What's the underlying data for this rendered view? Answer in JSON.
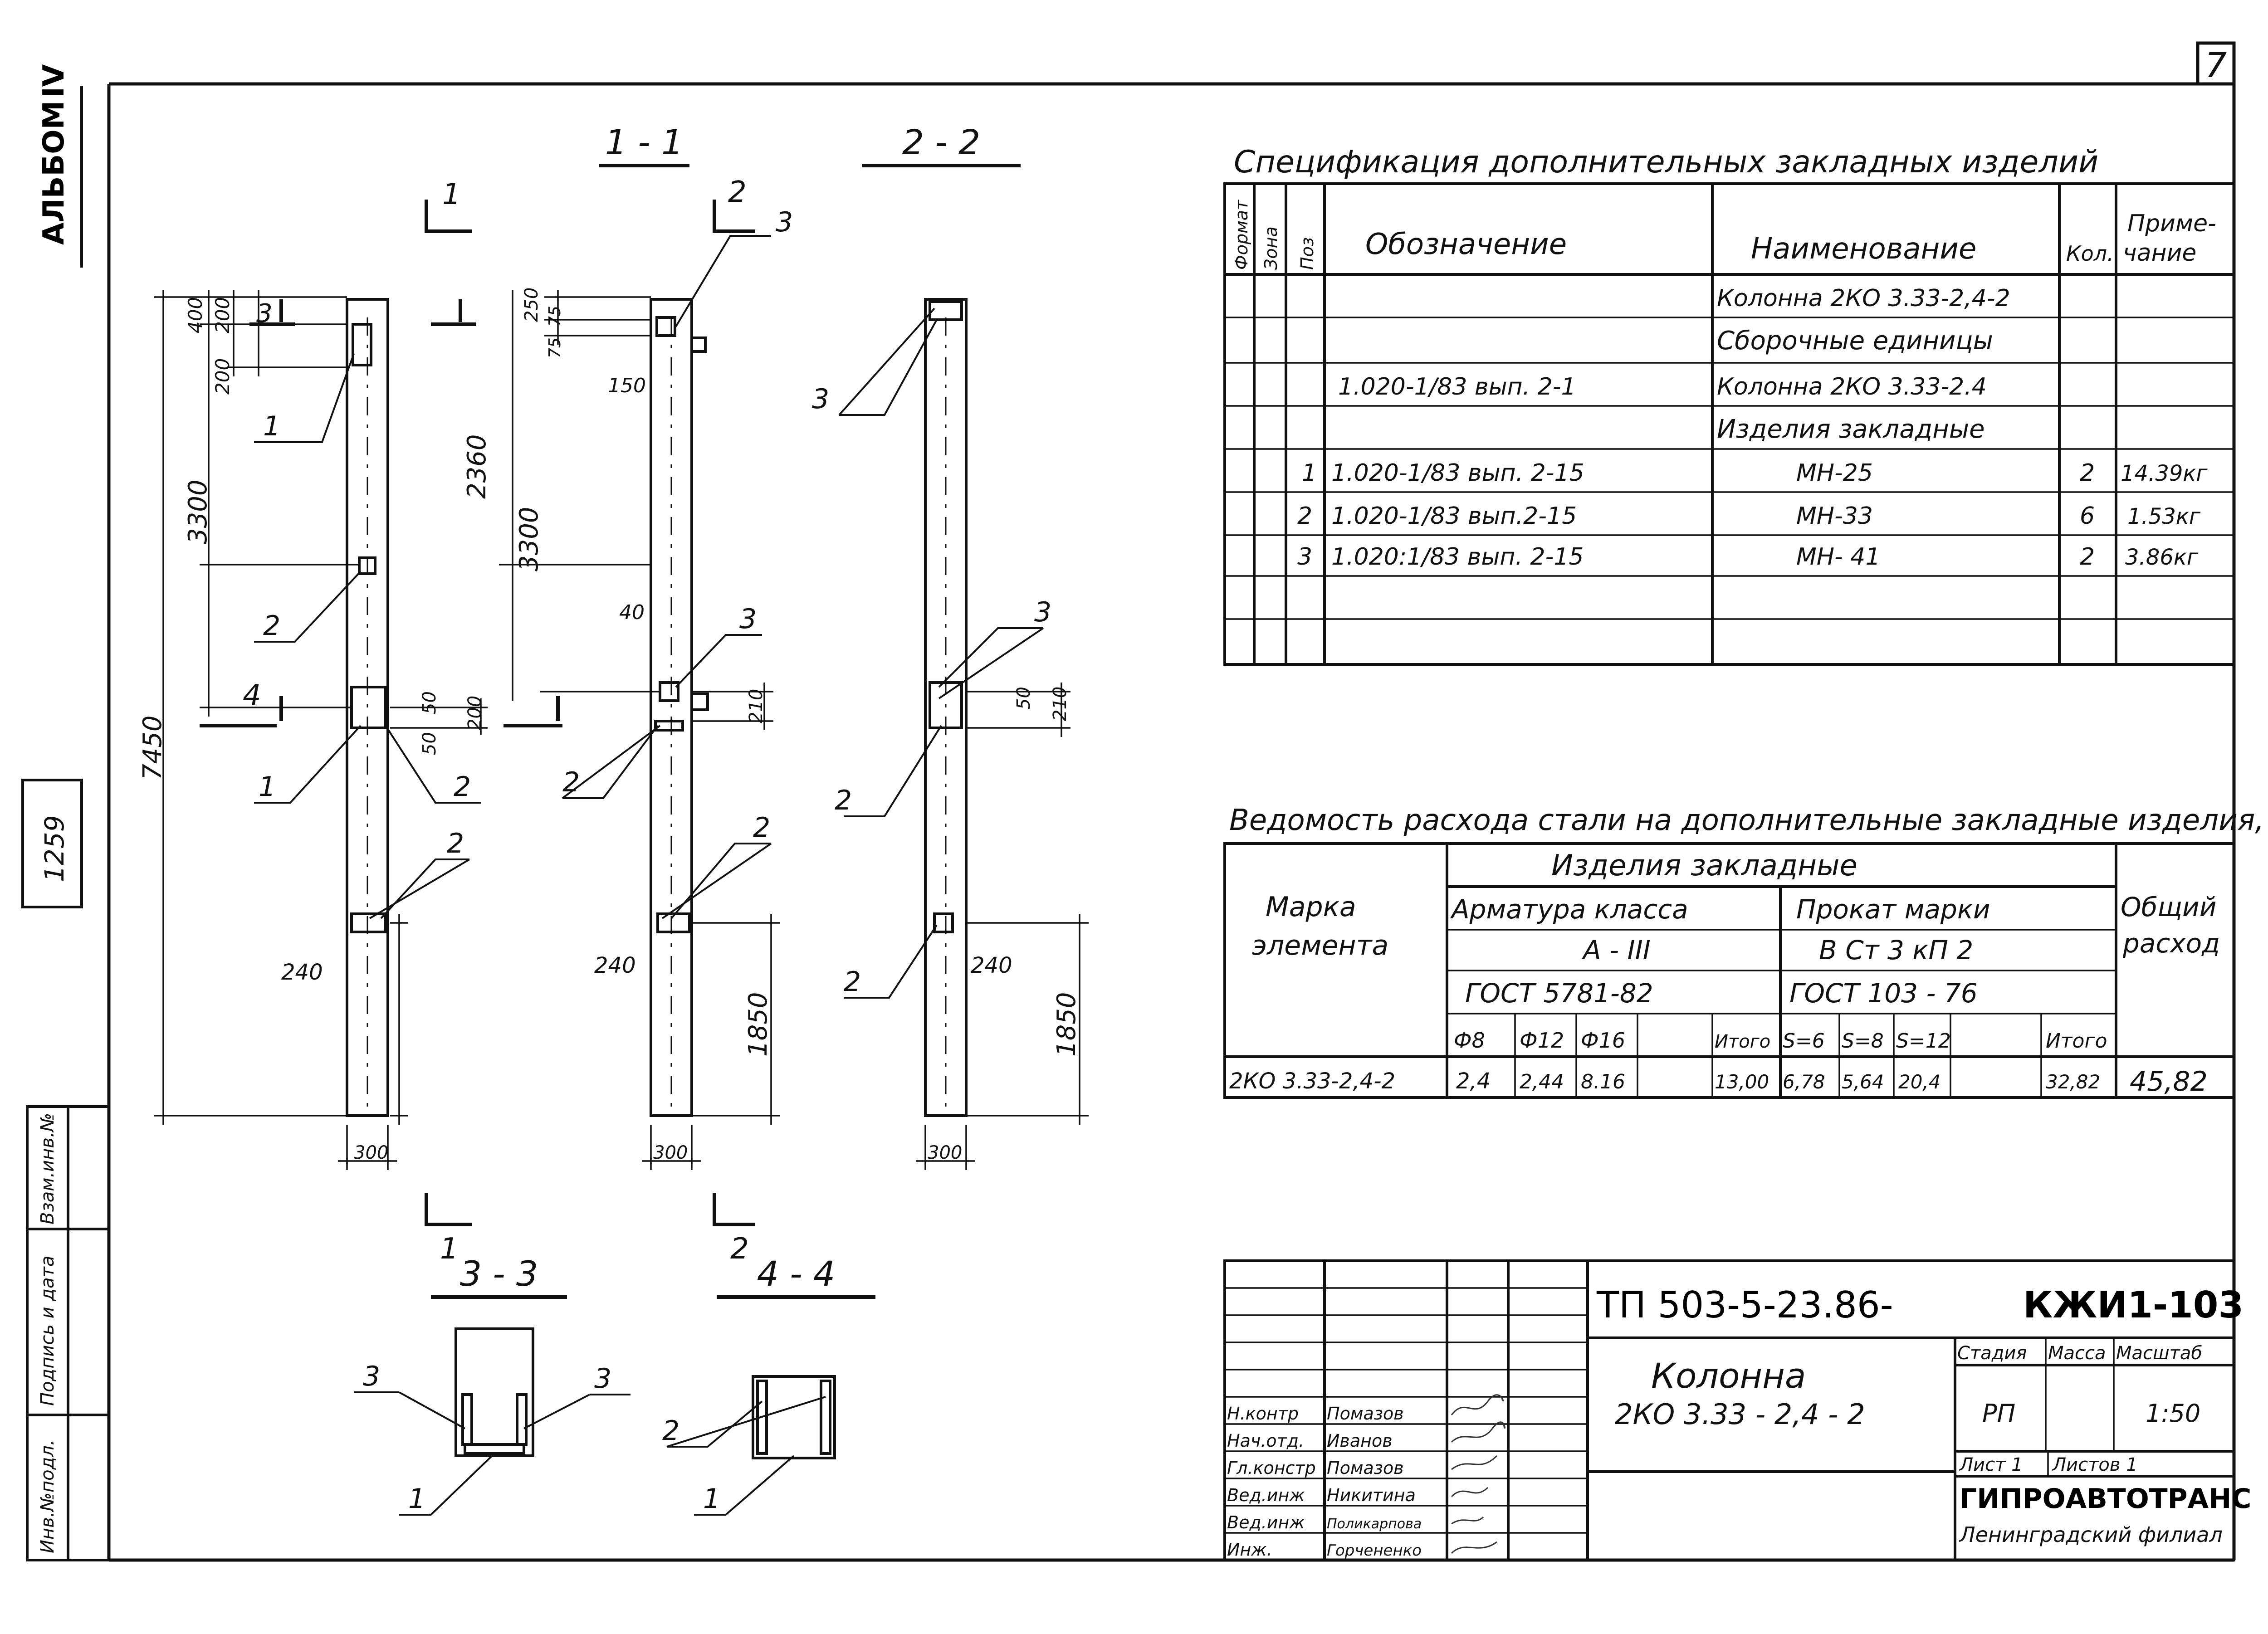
{
  "side_labels": {
    "album": "АЛЬБОМ",
    "album_num": "IV",
    "sheet_code": "1259",
    "col_inv": "Инв.№подл.",
    "col_sign": "Подпись и дата",
    "col_replace": "Взам.инв.№"
  },
  "sheet_number": "7",
  "drawing": {
    "section_titles": [
      "1 - 1",
      "2 - 2",
      "3 - 3",
      "4 - 4"
    ],
    "cut_marks": [
      "1",
      "2",
      "3",
      "4",
      "1",
      "2"
    ],
    "dims": [
      "400",
      "200",
      "200",
      "3300",
      "7450",
      "240",
      "300",
      "250",
      "75",
      "75",
      "150",
      "2360",
      "3300",
      "40",
      "210",
      "240",
      "1850",
      "300",
      "50",
      "200",
      "50",
      "50",
      "210",
      "240",
      "1850",
      "300"
    ],
    "callouts": [
      "1",
      "2",
      "1",
      "2",
      "2",
      "3",
      "3",
      "2",
      "2",
      "3",
      "3",
      "2",
      "2",
      "3",
      "3",
      "1",
      "2",
      "1"
    ]
  },
  "spec": {
    "title": "Спецификация дополнительных закладных изделий",
    "headers": {
      "format": "Формат",
      "zone": "Зона",
      "pos": "Поз",
      "designation": "Обозначение",
      "name": "Наименование",
      "qty": "Кол.",
      "note_1": "Приме-",
      "note_2": "чание"
    },
    "rows": [
      {
        "pos": "",
        "designation": "",
        "name": "Колонна 2КО 3.33-2,4-2",
        "qty": "",
        "note": ""
      },
      {
        "pos": "",
        "designation": "",
        "name": "Сборочные единицы",
        "qty": "",
        "note": ""
      },
      {
        "pos": "",
        "designation": "1.020-1/83 вып. 2-1",
        "name": "Колонна 2КО 3.33-2.4",
        "qty": "",
        "note": ""
      },
      {
        "pos": "",
        "designation": "",
        "name": "Изделия закладные",
        "qty": "",
        "note": ""
      },
      {
        "pos": "1",
        "designation": "1.020-1/83 вып. 2-15",
        "name": "МН-25",
        "qty": "2",
        "note": "14.39кг"
      },
      {
        "pos": "2",
        "designation": "1.020-1/83 вып.2-15",
        "name": "МН-33",
        "qty": "6",
        "note": "1.53кг"
      },
      {
        "pos": "3",
        "designation": "1.020:1/83 вып. 2-15",
        "name": "МН- 41",
        "qty": "2",
        "note": "3.86кг"
      },
      {
        "pos": "",
        "designation": "",
        "name": "",
        "qty": "",
        "note": ""
      },
      {
        "pos": "",
        "designation": "",
        "name": "",
        "qty": "",
        "note": ""
      }
    ]
  },
  "steel": {
    "title": "Ведомость расхода стали на дополнительные закладные изделия, кг",
    "mark_1": "Марка",
    "mark_2": "элемента",
    "group": "Изделия закладные",
    "arm_class": "Арматура класса",
    "arm_grade": "А - III",
    "arm_gost": "ГОСТ 5781-82",
    "prokat": "Прокат марки",
    "prokat_grade": "В Ст 3 кП 2",
    "prokat_gost": "ГОСТ 103 - 76",
    "total_1": "Общий",
    "total_2": "расход",
    "sub_headers": [
      "Ф8",
      "Ф12",
      "Ф16",
      "",
      "Итого",
      "S=6",
      "S=8",
      "S=12",
      "",
      "Итого"
    ],
    "row_mark": "2КО 3.33-2,4-2",
    "row_values": [
      "2,4",
      "2,44",
      "8.16",
      "",
      "13,00",
      "6,78",
      "5,64",
      "20,4",
      "",
      "32,82"
    ],
    "row_total": "45,82"
  },
  "titleblock": {
    "project": "ТП 503-5-23.86-",
    "code": "КЖИ1-103",
    "object_1": "Колонна",
    "object_2": "2КО 3.33 - 2,4 - 2",
    "stage_h": "Стадия",
    "mass_h": "Масса",
    "scale_h": "Масштаб",
    "stage": "РП",
    "mass": "",
    "scale": "1:50",
    "sheet_h": "Лист 1",
    "sheets_h": "Листов 1",
    "org_1": "ГИПРОАВТОТРАНС",
    "org_2": "Ленинградский филиал",
    "roles": [
      "Н.контр",
      "Нач.отд.",
      "Гл.констр",
      "Вед.инж",
      "Вед.инж",
      "Инж."
    ],
    "people": [
      "Помазов",
      "Иванов",
      "Помазов",
      "Никитина",
      "Поликарпова",
      "Горчененко"
    ]
  }
}
